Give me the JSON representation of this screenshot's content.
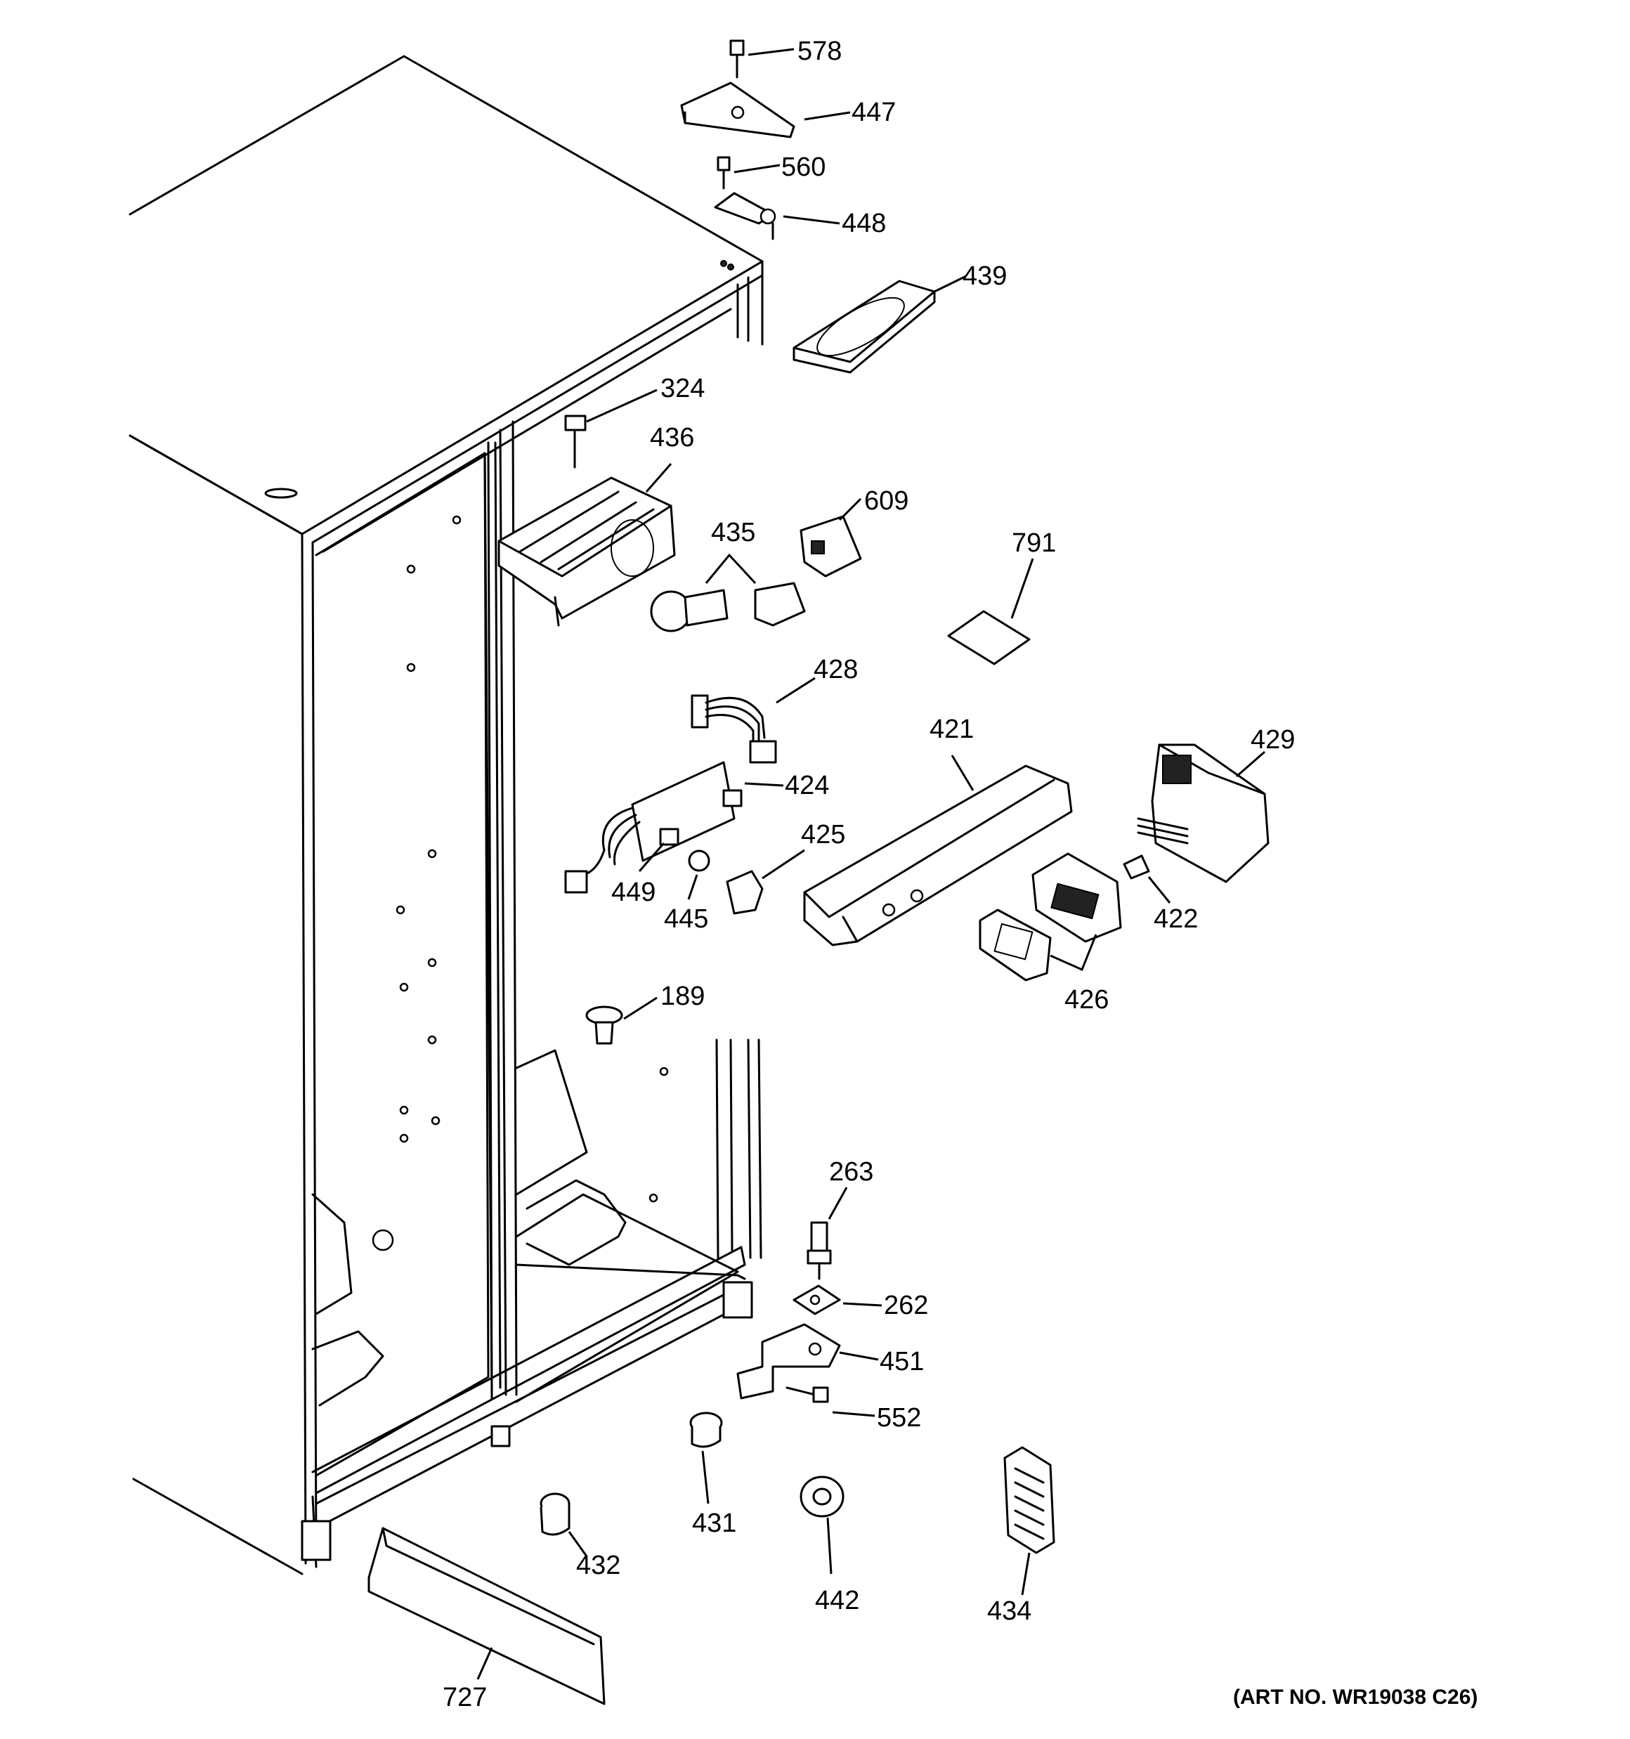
{
  "art_number": "(ART NO. WR19038 C26)",
  "labels": {
    "p578": "578",
    "p447": "447",
    "p560": "560",
    "p448": "448",
    "p439": "439",
    "p324": "324",
    "p436": "436",
    "p609": "609",
    "p435": "435",
    "p791": "791",
    "p428": "428",
    "p421": "421",
    "p429": "429",
    "p424": "424",
    "p425": "425",
    "p449": "449",
    "p445": "445",
    "p422": "422",
    "p426": "426",
    "p189": "189",
    "p263": "263",
    "p262": "262",
    "p451": "451",
    "p552": "552",
    "p431": "431",
    "p432": "432",
    "p442": "442",
    "p434": "434",
    "p727": "727"
  }
}
